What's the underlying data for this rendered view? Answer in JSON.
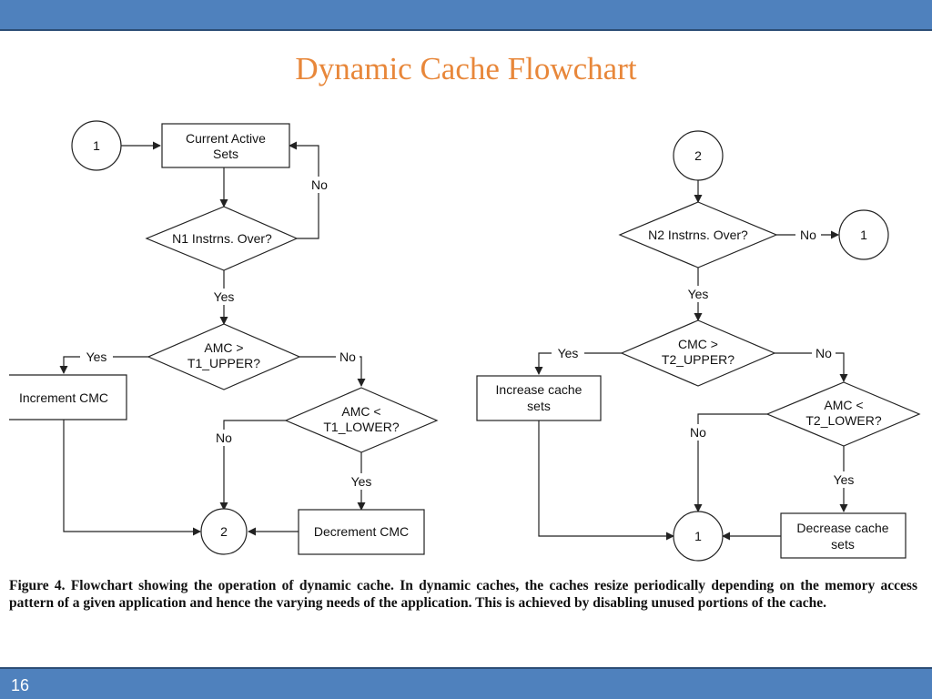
{
  "slide": {
    "title": "Dynamic Cache Flowchart",
    "number": "16"
  },
  "flow_left": {
    "start": "1",
    "current_active_sets": [
      "Current Active",
      "Sets"
    ],
    "n1_question": "N1 Instrns. Over?",
    "amc_upper": [
      "AMC >",
      "T1_UPPER?"
    ],
    "amc_lower": [
      "AMC <",
      "T1_LOWER?"
    ],
    "increment": "Increment CMC",
    "decrement": "Decrement CMC",
    "end": "2",
    "label_no_loop": "No",
    "label_yes_n1": "Yes",
    "label_yes_upper": "Yes",
    "label_no_upper": "No",
    "label_no_lower": "No",
    "label_yes_lower": "Yes"
  },
  "flow_right": {
    "start": "2",
    "n2_question": "N2 Instrns. Over?",
    "to_one": "1",
    "cmc_upper": [
      "CMC >",
      "T2_UPPER?"
    ],
    "amc_lower": [
      "AMC <",
      "T2_LOWER?"
    ],
    "increase": [
      "Increase cache",
      "sets"
    ],
    "decrease": [
      "Decrease cache",
      "sets"
    ],
    "end": "1",
    "label_no_n2": "No",
    "label_yes_n2": "Yes",
    "label_yes_upper": "Yes",
    "label_no_upper": "No",
    "label_no_lower": "No",
    "label_yes_lower": "Yes"
  },
  "caption": "Figure 4. Flowchart showing the operation of dynamic cache. In dynamic caches, the caches resize periodically depending on the memory access pattern of a given application and hence the varying needs of the application. This is achieved by disabling unused portions of the cache."
}
